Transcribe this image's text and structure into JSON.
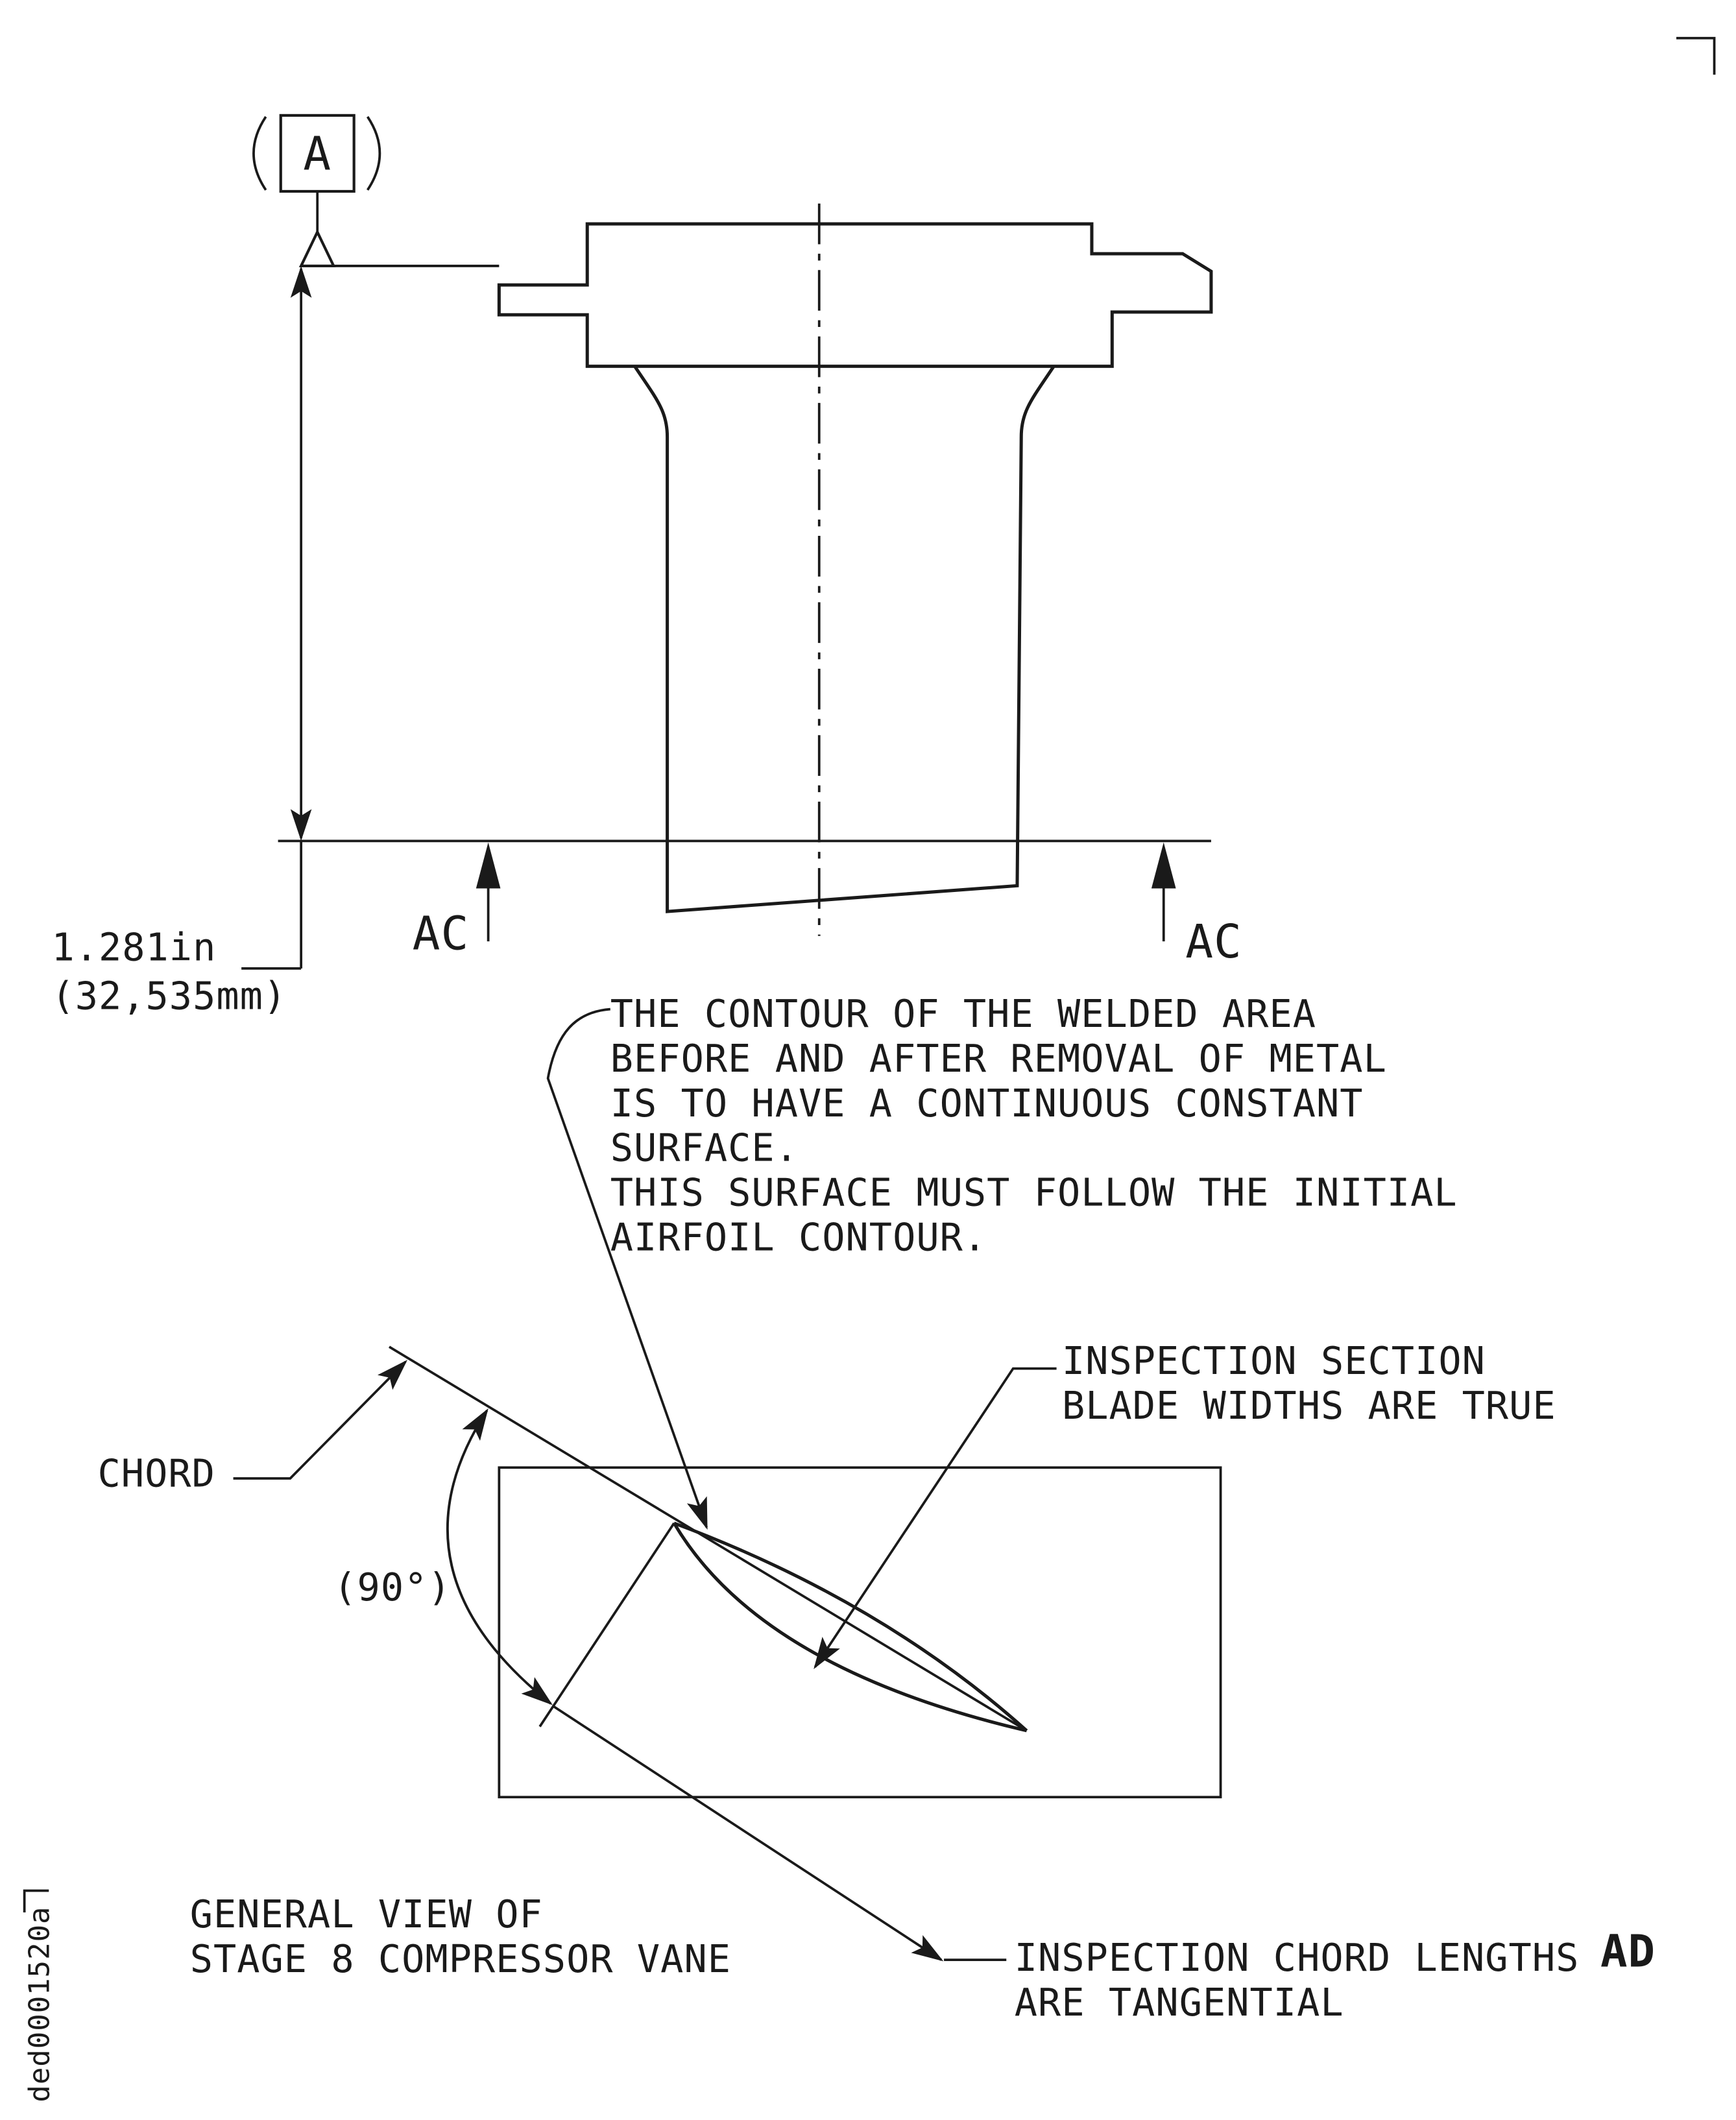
{
  "drawing": {
    "doc_id": "ded0001520a",
    "ink_color": "#1a1a1a",
    "datum_label": "A",
    "dimension": {
      "inches": "1.281in",
      "millimeters": "(32,535mm)"
    },
    "section_labels": {
      "left": "AC",
      "right": "AC"
    },
    "weld_note_lines": [
      "THE CONTOUR OF THE WELDED AREA",
      "BEFORE AND AFTER REMOVAL OF METAL",
      "IS TO HAVE A CONTINUOUS CONSTANT",
      "SURFACE.",
      "THIS SURFACE MUST FOLLOW THE INITIAL",
      "AIRFOIL CONTOUR."
    ],
    "chord_label": "CHORD",
    "angle_label": "(90°)",
    "inspection_section_lines": [
      "INSPECTION SECTION",
      "BLADE WIDTHS ARE TRUE"
    ],
    "inspection_chord_lines": [
      "INSPECTION CHORD LENGTHS",
      "ARE TANGENTIAL"
    ],
    "chord_ref": "AD",
    "caption_lines": [
      "GENERAL VIEW OF",
      "STAGE 8 COMPRESSOR VANE"
    ]
  }
}
